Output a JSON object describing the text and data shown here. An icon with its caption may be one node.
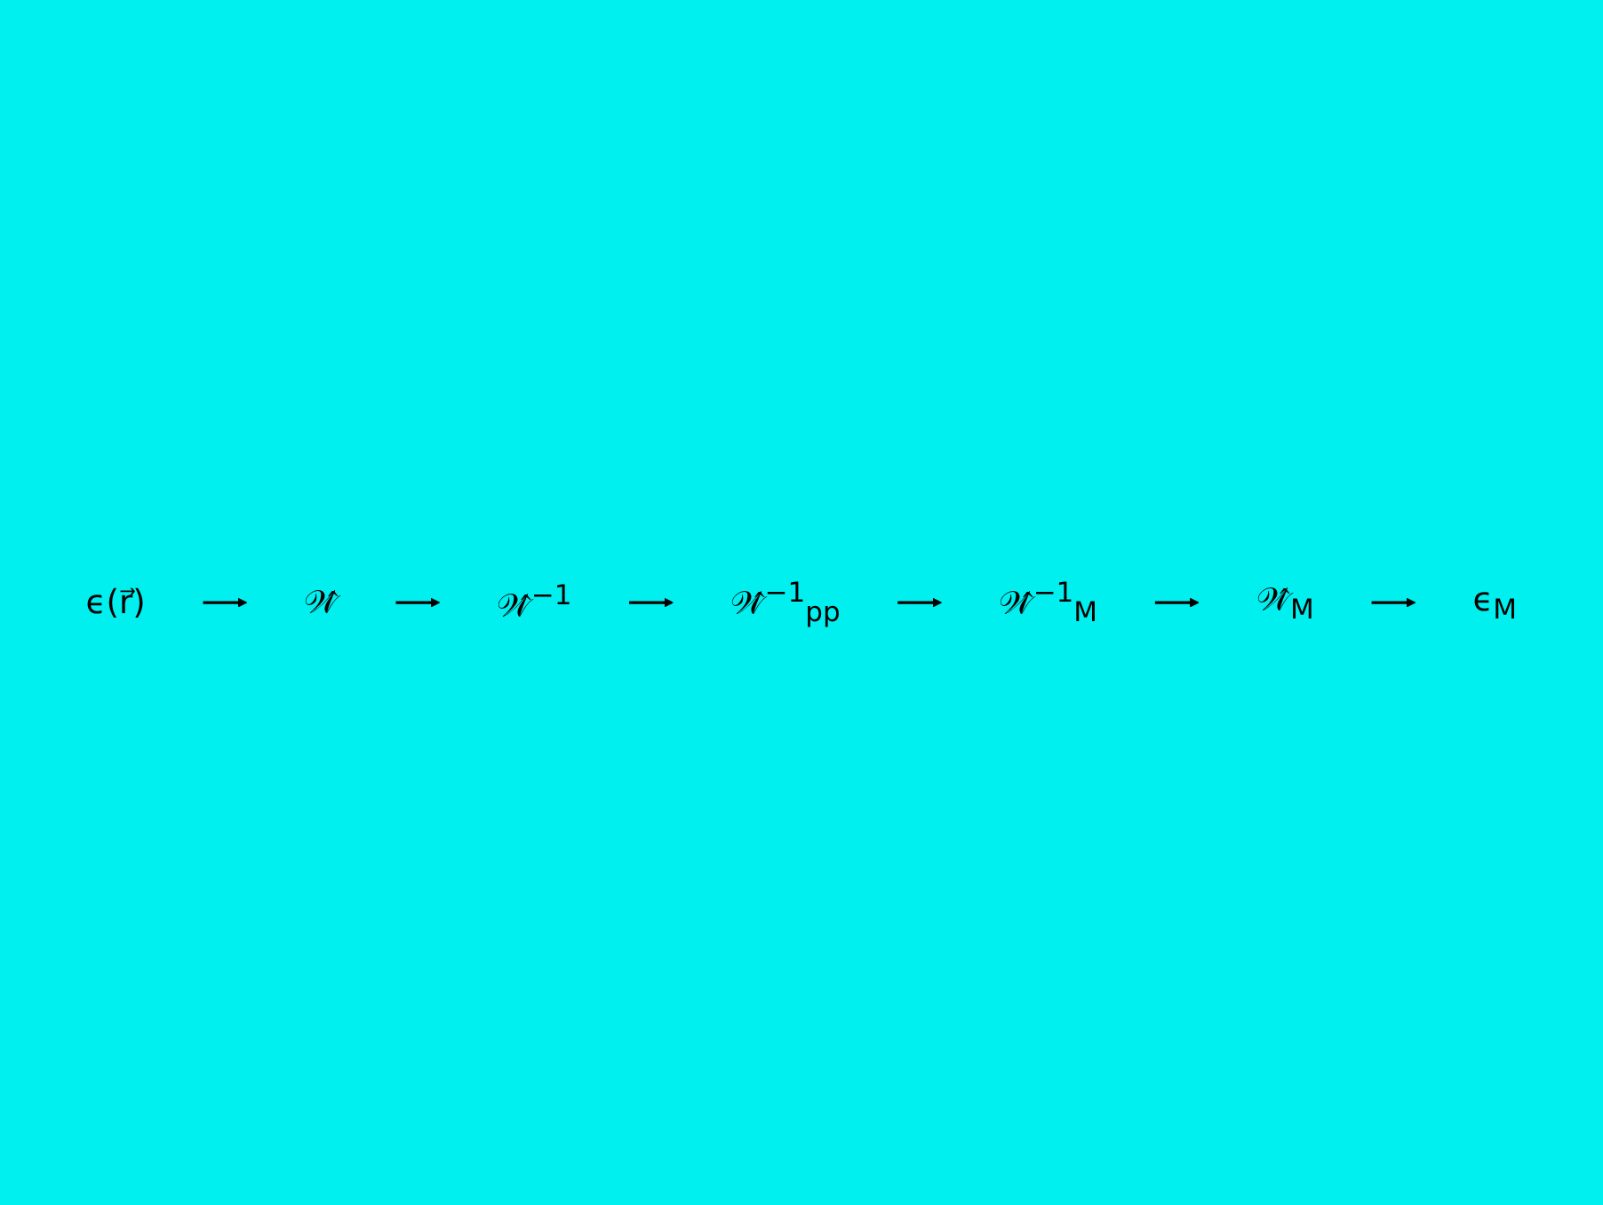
{
  "diagram": {
    "nodes": [
      {
        "text": [
          "ϵ(r⃗)"
        ]
      },
      {
        "text": [
          "𝒲̂"
        ]
      },
      {
        "text": [
          "𝒲̂$^{−1}$"
        ]
      },
      {
        "text": [
          "𝒲̂$^{−1}$$_{pp}$"
        ]
      },
      {
        "text": [
          "𝒲̂$^{−1}$$_{M}$"
        ]
      },
      {
        "text": [
          "𝒲̂$_{M}$"
        ]
      },
      {
        "text": [
          "ϵ$_{M}$"
        ]
      }
    ],
    "edges": [
      {
        "from": 0,
        "to": 1,
        "arrow": "to"
      },
      {
        "from": 1,
        "to": 2,
        "arrow": "to"
      },
      {
        "from": 2,
        "to": 3,
        "arrow": "to"
      },
      {
        "from": 3,
        "to": 4,
        "arrow": "to"
      },
      {
        "from": 4,
        "to": 5,
        "arrow": "to"
      },
      {
        "from": 5,
        "to": 6,
        "arrow": "to"
      }
    ]
  }
}
